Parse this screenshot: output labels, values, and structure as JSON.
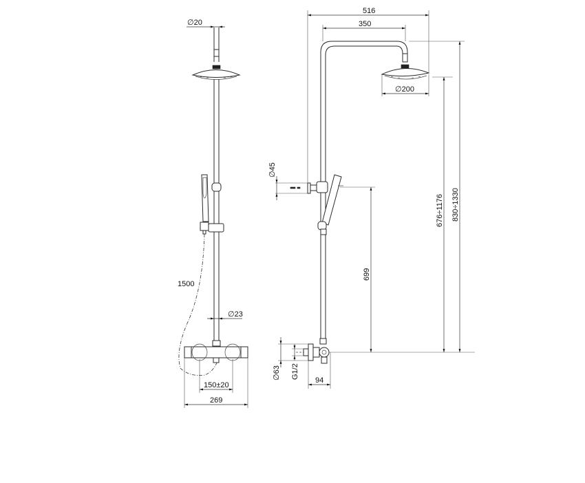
{
  "drawing": {
    "front_view": {
      "pipe_diameter": "∅20",
      "hose_length": "1500",
      "rail_diameter": "∅23",
      "inlet_spacing": "150±20",
      "mixer_width": "269"
    },
    "side_view": {
      "total_reach": "516",
      "arm_length": "350",
      "head_diameter": "∅200",
      "wall_bracket_diameter": "∅45",
      "handshower_height": "699",
      "head_height_range": "676÷1176",
      "total_height_range": "830÷1330",
      "escutcheon_diameter": "∅63",
      "thread_size": "G1/2",
      "wall_offset": "94"
    }
  }
}
